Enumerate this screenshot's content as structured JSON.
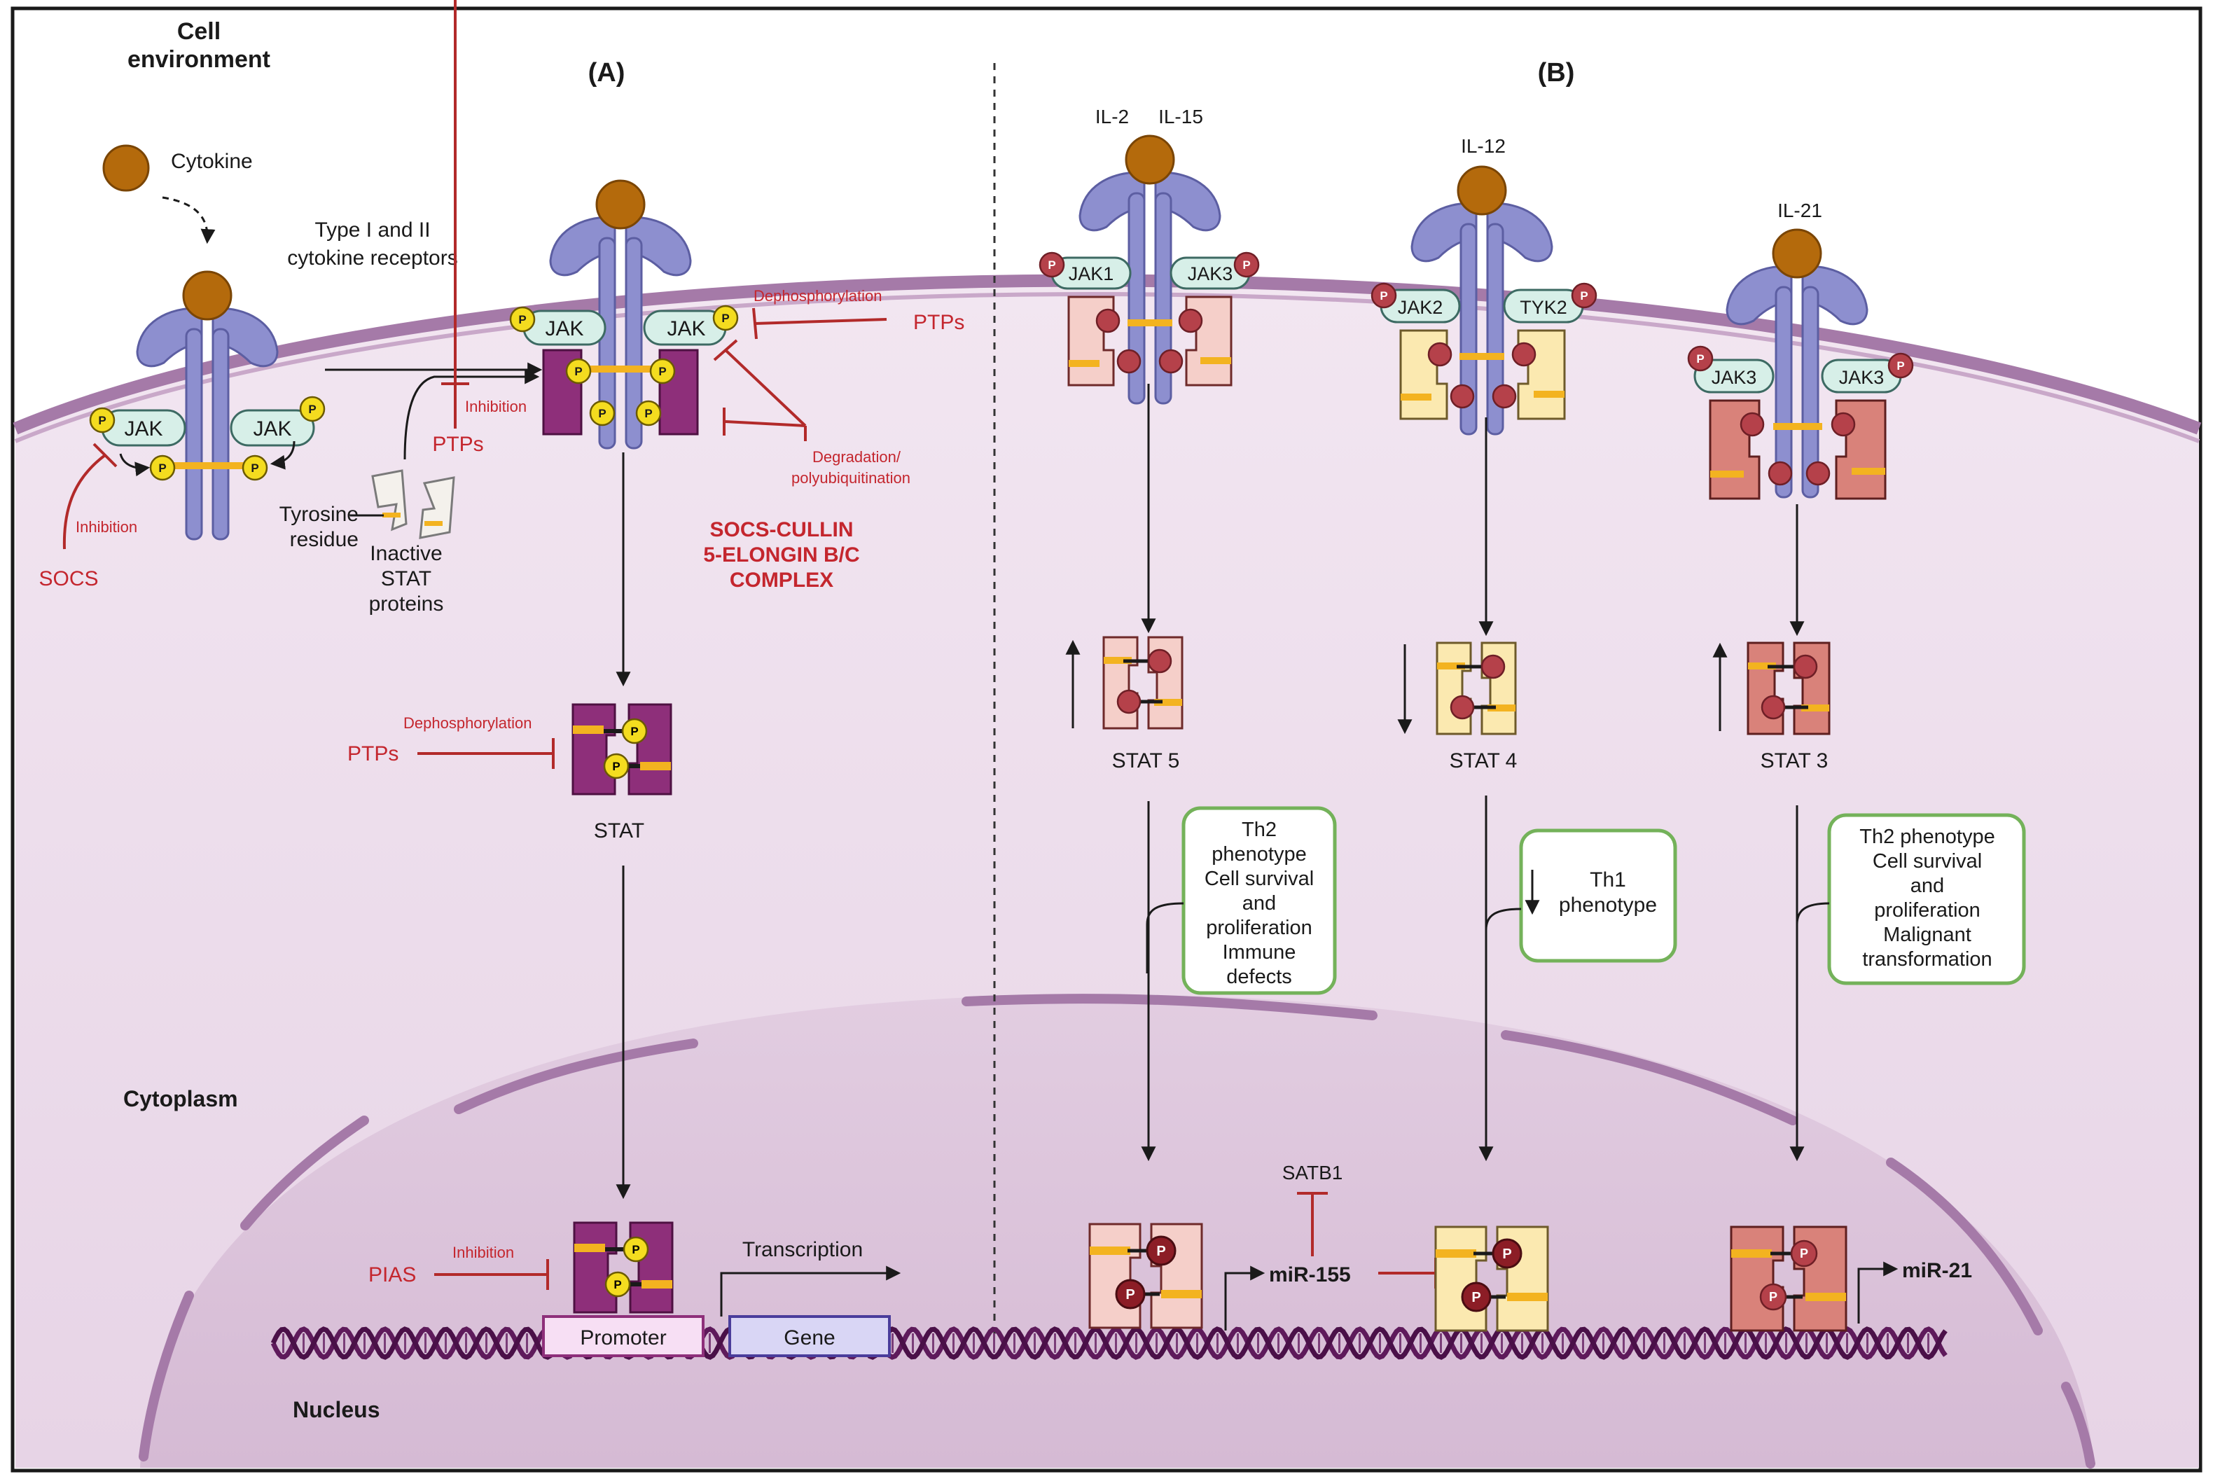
{
  "panels": {
    "a": "(A)",
    "b": "(B)"
  },
  "regions": {
    "cell_environment_1": "Cell",
    "cell_environment_2": "environment",
    "cytoplasm": "Cytoplasm",
    "nucleus": "Nucleus"
  },
  "panel_a": {
    "cytokine": "Cytokine",
    "receptor_1": "Type I and II",
    "receptor_2": "cytokine receptors",
    "jak": "JAK",
    "p": "P",
    "inhibition": "Inhibition",
    "socs": "SOCS",
    "ptps": "PTPs",
    "dephosphorylation": "Dephosphorylation",
    "tyrosine_1": "Tyrosine",
    "tyrosine_2": "residue",
    "inactive_1": "Inactive",
    "inactive_2": "STAT",
    "inactive_3": "proteins",
    "degradation_1": "Degradation/",
    "degradation_2": "polyubiquitination",
    "complex_1": "SOCS-CULLIN",
    "complex_2": "5-ELONGIN B/C",
    "complex_3": "COMPLEX",
    "stat": "STAT",
    "pias": "PIAS",
    "transcription": "Transcription",
    "promoter": "Promoter",
    "gene": "Gene"
  },
  "panel_b": {
    "il2": "IL-2",
    "il15": "IL-15",
    "il12": "IL-12",
    "il21": "IL-21",
    "jak1": "JAK1",
    "jak2": "JAK2",
    "jak3": "JAK3",
    "tyk2": "TYK2",
    "stat5": "STAT 5",
    "stat4": "STAT 4",
    "stat3": "STAT 3",
    "box1": [
      "Th2",
      "phenotype",
      "Cell survival",
      "and",
      "proliferation",
      "Immune",
      "defects"
    ],
    "box2": [
      "Th1",
      "phenotype"
    ],
    "box3": [
      "Th2 phenotype",
      "Cell survival",
      "and",
      "proliferation",
      "Malignant",
      "transformation"
    ],
    "satb1": "SATB1",
    "mir155": "miR-155",
    "mir21": "miR-21"
  }
}
